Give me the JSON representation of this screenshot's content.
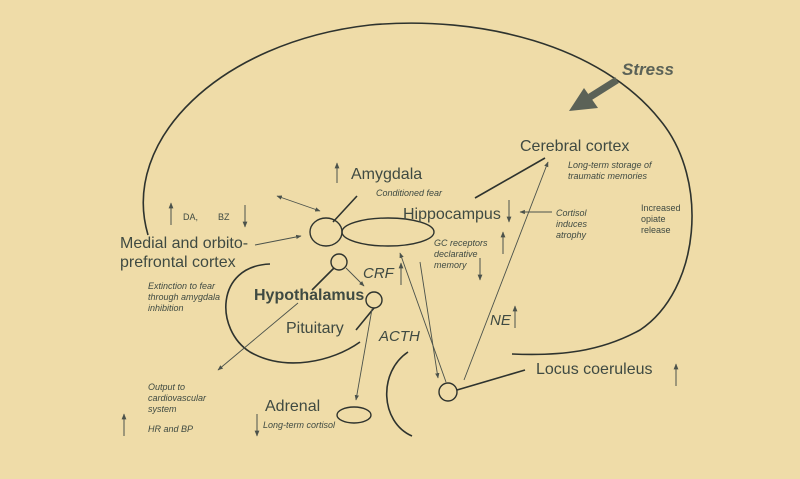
{
  "labels": {
    "stress": "Stress",
    "cerebral_cortex": "Cerebral cortex",
    "cortex_note_1": "Long-term storage of",
    "cortex_note_2": "traumatic memories",
    "amygdala": "Amygdala",
    "amygdala_note": "Conditioned fear",
    "hippocampus": "Hippocampus",
    "cortisol_1": "Cortisol",
    "cortisol_2": "induces",
    "cortisol_3": "atrophy",
    "opiate_1": "Increased",
    "opiate_2": "opiate",
    "opiate_3": "release",
    "da": "DA,",
    "bz": "BZ",
    "prefrontal_1": "Medial and orbito-",
    "prefrontal_2": "prefrontal cortex",
    "gc_1": "GC receptors",
    "gc_2": "declarative",
    "gc_3": "memory",
    "crf": "CRF",
    "extinction_1": "Extinction to fear",
    "extinction_2": "through amygdala",
    "extinction_3": "inhibition",
    "hypothalamus": "Hypothalamus",
    "ne": "NE",
    "pituitary": "Pituitary",
    "acth": "ACTH",
    "locus": "Locus coeruleus",
    "output_1": "Output to",
    "output_2": "cardiovascular",
    "output_3": "system",
    "hrbp": "HR and BP",
    "adrenal": "Adrenal",
    "adrenal_note": "Long-term cortisol"
  },
  "colors": {
    "background": "#efdca8",
    "ink": "#3f4a42",
    "stress_arrow": "#5b6257"
  }
}
